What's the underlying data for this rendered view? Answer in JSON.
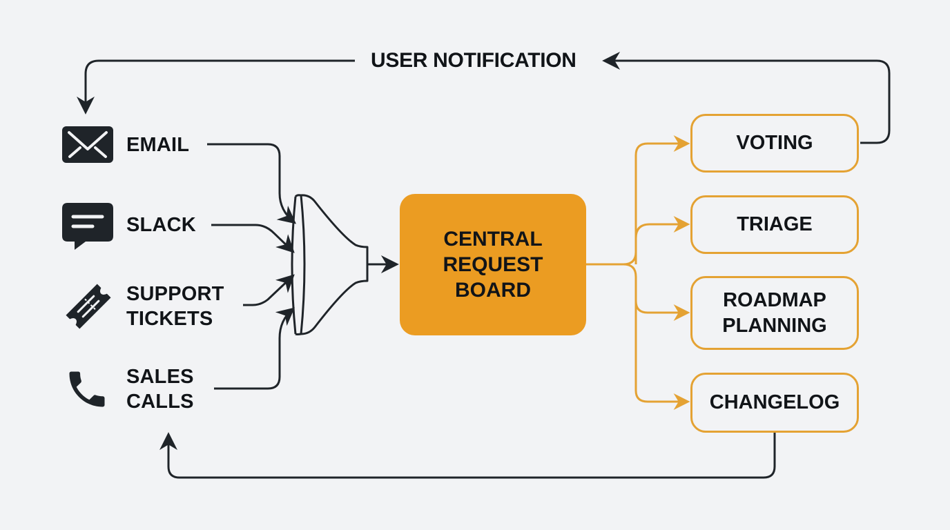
{
  "diagram": {
    "type": "feedback-flow",
    "colors": {
      "background": "#f2f3f5",
      "ink": "#1f2429",
      "accent": "#eb9c22",
      "accent_stroke": "#e4a233"
    },
    "top_loop_label": "USER NOTIFICATION",
    "sources": [
      {
        "id": "email",
        "label": "EMAIL",
        "icon": "envelope-icon"
      },
      {
        "id": "slack",
        "label": "SLACK",
        "icon": "chat-bubble-icon"
      },
      {
        "id": "support",
        "label": "SUPPORT\nTICKETS",
        "icon": "ticket-icon"
      },
      {
        "id": "sales",
        "label": "SALES\nCALLS",
        "icon": "phone-icon"
      }
    ],
    "funnel": {
      "icon": "funnel-icon"
    },
    "central": {
      "label": "CENTRAL\nREQUEST\nBOARD"
    },
    "outputs": [
      {
        "id": "voting",
        "label": "VOTING"
      },
      {
        "id": "triage",
        "label": "TRIAGE"
      },
      {
        "id": "roadmap",
        "label": "ROADMAP\nPLANNING"
      },
      {
        "id": "changelog",
        "label": "CHANGELOG"
      }
    ],
    "edges": [
      {
        "from": "email",
        "to": "funnel"
      },
      {
        "from": "slack",
        "to": "funnel"
      },
      {
        "from": "support",
        "to": "funnel"
      },
      {
        "from": "sales",
        "to": "funnel"
      },
      {
        "from": "funnel",
        "to": "central"
      },
      {
        "from": "central",
        "to": "voting"
      },
      {
        "from": "central",
        "to": "triage"
      },
      {
        "from": "central",
        "to": "roadmap"
      },
      {
        "from": "central",
        "to": "changelog"
      },
      {
        "from": "voting",
        "to": "email",
        "label": "USER NOTIFICATION"
      },
      {
        "from": "changelog",
        "to": "sales"
      }
    ]
  }
}
